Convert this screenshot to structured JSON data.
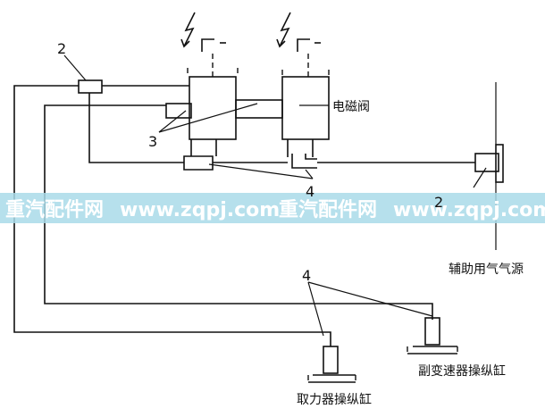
{
  "labels": {
    "tee_top_left": "2",
    "tee_right": "2",
    "valve_callout": "3",
    "elbow_callout_top": "4",
    "elbow_callout_bottom": "4",
    "solenoid_valve": "电磁阀",
    "aux_air_source": "辅助用气气源",
    "pto_cylinder": "取力器操纵缸",
    "aux_gearbox_cylinder": "副变速器操纵缸"
  },
  "watermark": {
    "text_1": "重汽配件网",
    "text_2": "www.zqpj.com",
    "text_3": "重汽配件网",
    "text_4": "www.zqpj.com"
  },
  "colors": {
    "line": "#111111",
    "watermark_band": "#a9dbe9",
    "watermark_text": "#ffffff"
  }
}
